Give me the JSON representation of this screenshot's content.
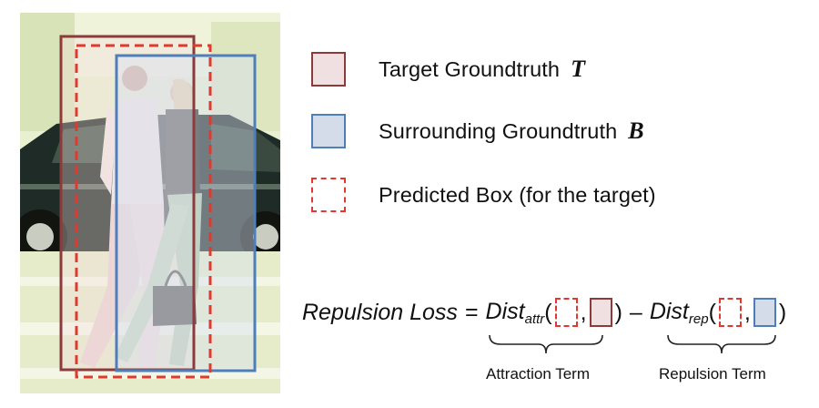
{
  "legend": {
    "target": {
      "label": "Target Groundtruth",
      "symbol": "T",
      "color": "#8c3a3a",
      "fill": "#f1e0e2"
    },
    "surrounding": {
      "label": "Surrounding Groundtruth",
      "symbol": "B",
      "color": "#4f7fb9",
      "fill": "#d5dce9"
    },
    "predicted": {
      "label": "Predicted Box (for the target)",
      "color": "#e03a30",
      "style": "dashed"
    }
  },
  "formula": {
    "lhs": "Repulsion Loss",
    "equals": "=",
    "dist": "Dist",
    "attr_sub": "attr",
    "rep_sub": "rep",
    "open": "(",
    "comma": ",",
    "close": ")",
    "minus": "–"
  },
  "terms": {
    "attraction": "Attraction Term",
    "repulsion": "Repulsion Term"
  }
}
